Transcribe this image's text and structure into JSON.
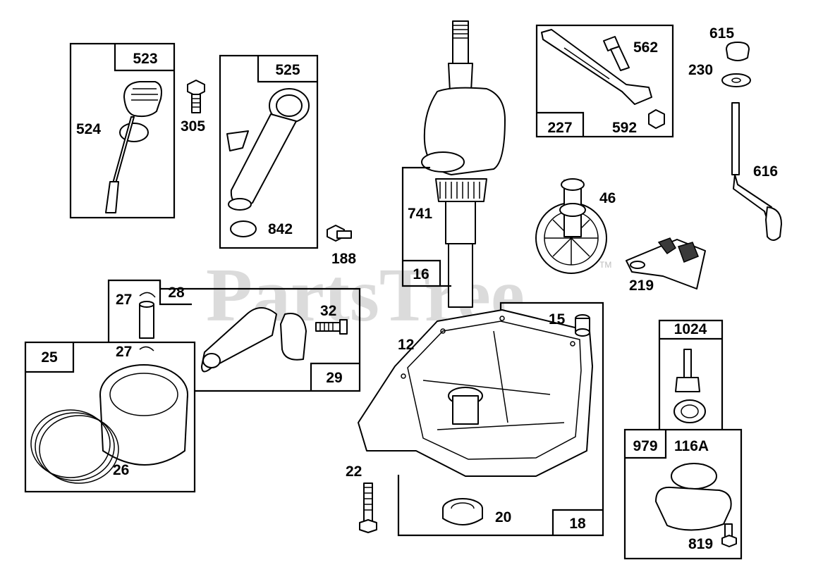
{
  "watermark": {
    "text": "PartsTree",
    "tm": "TM"
  },
  "labels": {
    "p523": "523",
    "p524": "524",
    "p305": "305",
    "p525": "525",
    "p842": "842",
    "p188": "188",
    "p741": "741",
    "p16": "16",
    "p562": "562",
    "p227": "227",
    "p592": "592",
    "p615": "615",
    "p230": "230",
    "p616": "616",
    "p46": "46",
    "p219": "219",
    "p27a": "27",
    "p27b": "27",
    "p28": "28",
    "p32": "32",
    "p29": "29",
    "p25": "25",
    "p26": "26",
    "p12": "12",
    "p15": "15",
    "p22": "22",
    "p20": "20",
    "p18": "18",
    "p1024": "1024",
    "p979": "979",
    "p116A": "116A",
    "p819": "819"
  }
}
